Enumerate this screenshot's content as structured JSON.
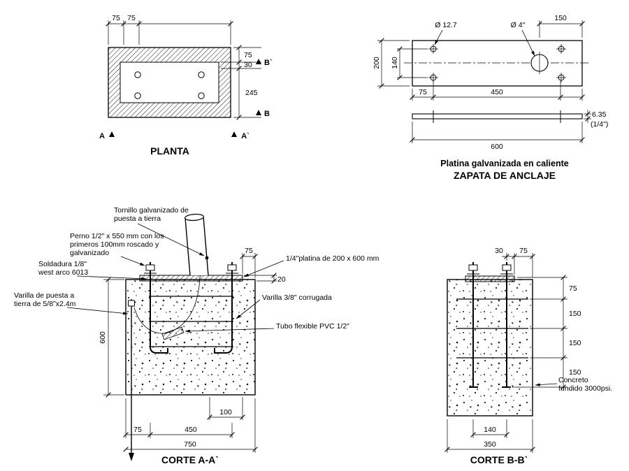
{
  "planta": {
    "title": "PLANTA",
    "dim_top_1": "75",
    "dim_top_2": "75",
    "dim_right_1": "75",
    "dim_right_2": "30",
    "dim_right_3": "245",
    "marker_a": "A",
    "marker_a2": "A`",
    "marker_b": "B",
    "marker_b2": "B`"
  },
  "zapata": {
    "title_line1": "Platina galvanizada en caliente",
    "title_line2": "ZAPATA DE ANCLAJE",
    "hole_small_label": "Ø 12.7",
    "hole_large_label": "Ø 4\"",
    "dim_150": "150",
    "dim_200": "200",
    "dim_140": "140",
    "dim_75": "75",
    "dim_450": "450",
    "dim_600": "600",
    "thickness": "6.35",
    "thickness_in": "(1/4\")"
  },
  "corte_a": {
    "title": "CORTE A-A`",
    "label_tornillo_1": "Tornillo galvanizado de",
    "label_tornillo_2": "puesta a tierra",
    "label_perno_1": "Perno 1/2\" x 550 mm con los",
    "label_perno_2": "primeros 100mm roscado y",
    "label_perno_3": "galvanizado",
    "label_soldadura_1": "Soldadura 1/8\"",
    "label_soldadura_2": "west arco 6013",
    "label_varilla_tierra_1": "Varilla de puesta a",
    "label_varilla_tierra_2": "tierra de 5/8\"x2.4m",
    "label_platina": "1/4\"platina de 200 x 600 mm",
    "label_varilla_corrugada": "Varilla 3/8\" corrugada",
    "label_tubo": "Tubo flexible PVC 1/2\"",
    "dim_75_top": "75",
    "dim_20": "20",
    "dim_600": "600",
    "dim_100": "100",
    "dim_75_bottom": "75",
    "dim_450": "450",
    "dim_750": "750"
  },
  "corte_b": {
    "title": "CORTE B-B`",
    "dim_30": "30",
    "dim_75_top": "75",
    "dim_75_right": "75",
    "dim_150_a": "150",
    "dim_150_b": "150",
    "dim_150_c": "150",
    "dim_140": "140",
    "dim_350": "350",
    "label_concreto_1": "Concreto",
    "label_concreto_2": "fundido 3000psi."
  }
}
